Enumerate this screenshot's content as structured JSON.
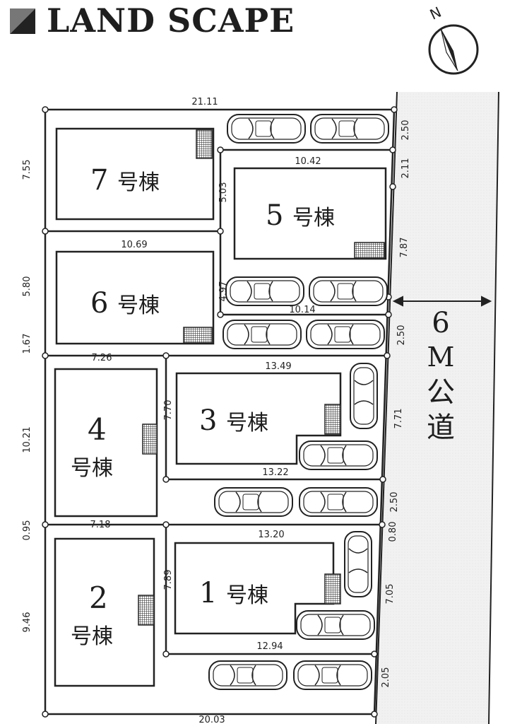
{
  "header": {
    "title": "LAND SCAPE"
  },
  "compass": {
    "label": "N"
  },
  "road": {
    "width_label": "6",
    "unit_label": "M",
    "name_1": "公",
    "name_2": "道"
  },
  "buildings": {
    "b1": {
      "num": "1",
      "suffix": "号棟"
    },
    "b2": {
      "num": "2",
      "suffix": "号棟"
    },
    "b3": {
      "num": "3",
      "suffix": "号棟"
    },
    "b4": {
      "num": "4",
      "suffix": "号棟"
    },
    "b5": {
      "num": "5",
      "suffix": "号棟"
    },
    "b6": {
      "num": "6",
      "suffix": "号棟"
    },
    "b7": {
      "num": "7",
      "suffix": "号棟"
    }
  },
  "dimensions": {
    "top": "21.11",
    "bottom": "20.03",
    "lot5_top": "10.42",
    "lot6_top": "10.69",
    "lot6_bottom": "10.14",
    "lot4_top": "7.26",
    "lot3_top": "13.49",
    "lot3_bottom": "13.22",
    "lot2_top": "7.18",
    "lot1_top": "13.20",
    "lot1_bottom": "12.94",
    "left_7": "7.55",
    "left_6": "5.80",
    "left_gap1": "1.67",
    "left_4": "10.21",
    "left_gap2": "0.95",
    "left_2": "9.46",
    "lot5_left": "5.03",
    "lot6_right": "4.97",
    "lot3_left": "7.70",
    "lot1_left": "7.89",
    "right_1": "2.50",
    "right_2": "2.11",
    "right_3": "7.87",
    "right_4": "2.50",
    "right_5": "7.71",
    "right_6": "2.50",
    "right_7": "0.80",
    "right_8": "7.05",
    "right_9": "2.05"
  }
}
